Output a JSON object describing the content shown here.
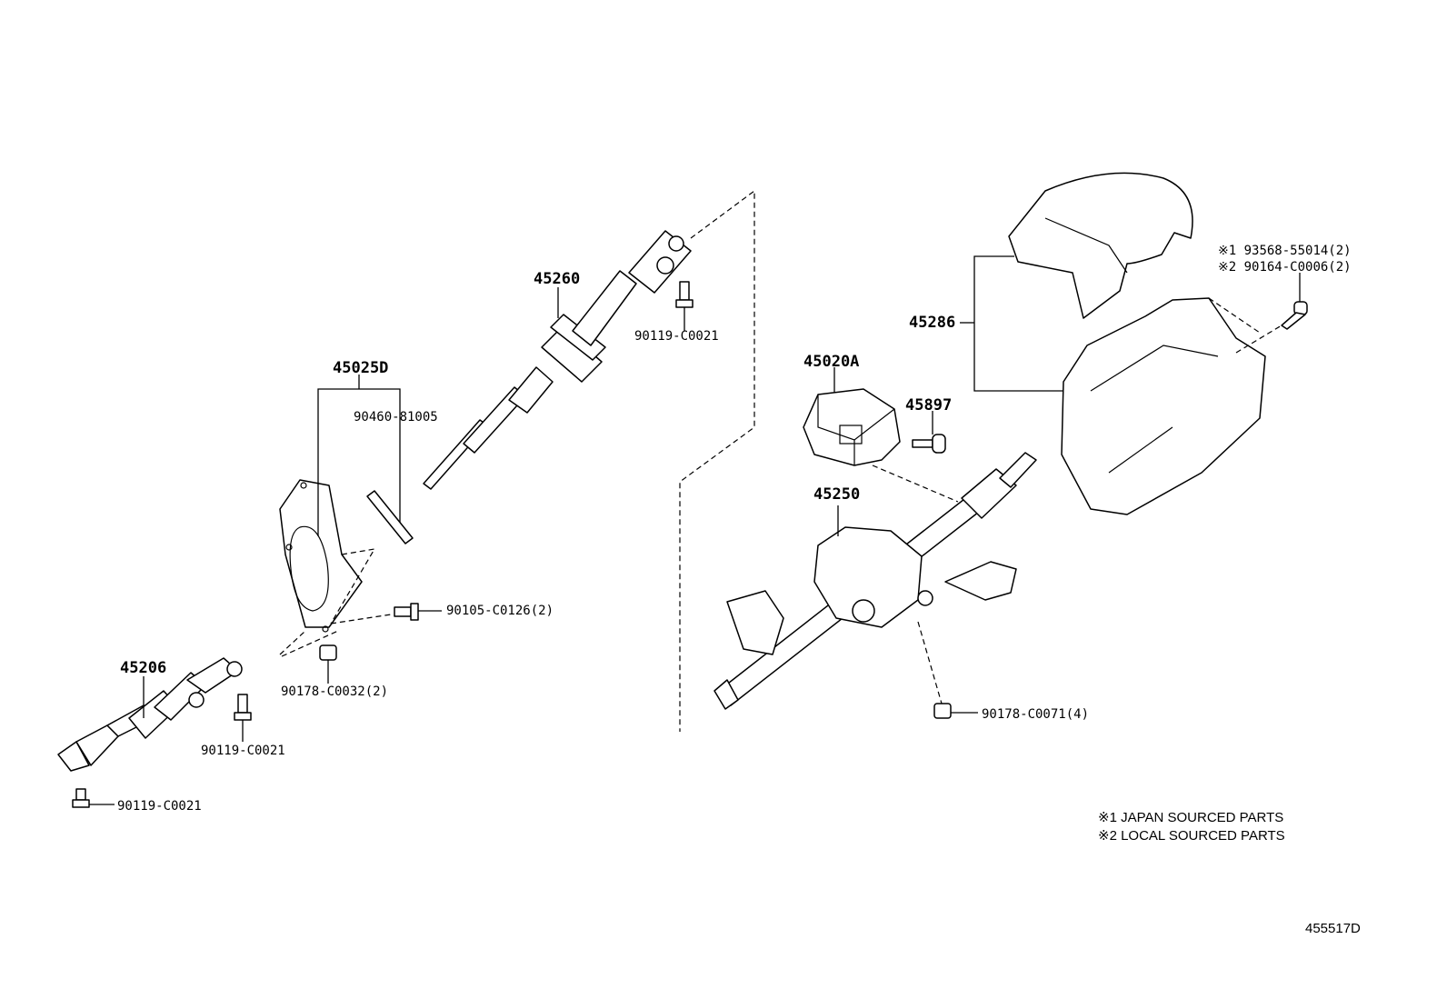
{
  "labels": {
    "p45260": "45260",
    "p90119_a": "90119-C0021",
    "p45025D": "45025D",
    "p90460": "90460-81005",
    "p90105": "90105-C0126(2)",
    "p90178_a": "90178-C0032(2)",
    "p45206": "45206",
    "p90119_b": "90119-C0021",
    "p90119_c": "90119-C0021",
    "p45020A": "45020A",
    "p45897": "45897",
    "p45250": "45250",
    "p90178_b": "90178-C0071(4)",
    "p45286": "45286",
    "p93568": "※1 93568-55014(2)",
    "p90164": "※2 90164-C0006(2)"
  },
  "notes": {
    "n1": "※1 JAPAN SOURCED PARTS",
    "n2": "※2 LOCAL SOURCED PARTS"
  },
  "illustration_id": "455517D"
}
